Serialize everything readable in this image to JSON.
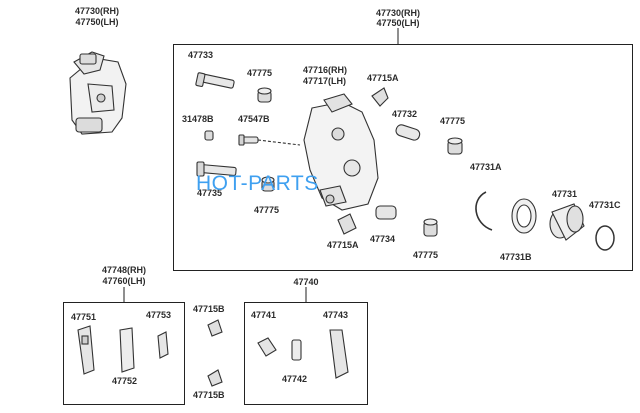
{
  "watermark": "HOT-PARTS",
  "labels": {
    "caliper_top_rh": "47730(RH)",
    "caliper_top_lh": "47750(LH)",
    "caliper_box_rh": "47730(RH)",
    "caliper_box_lh": "47750(LH)",
    "guide_bolt": "47733",
    "nut_a": "47775",
    "plug": "31478B",
    "bleeder": "47547B",
    "guide_bolt_2": "47735",
    "nut_b": "47775",
    "carrier_rh": "47716(RH)",
    "carrier_lh": "47717(LH)",
    "clip_a": "47715A",
    "pin_boot": "47732",
    "nut_c": "47775",
    "snap_ring": "47731A",
    "piston": "47731",
    "ring_c": "47731C",
    "clip_a2": "47715A",
    "bushing": "47734",
    "nut_d": "47775",
    "seal_b": "47731B",
    "pad_kit_rh": "47748(RH)",
    "pad_kit_lh": "47760(LH)",
    "pad_a": "47751",
    "shim_a": "47753",
    "shim_b": "47752",
    "clip_b_top": "47715B",
    "clip_b_bottom": "47715B",
    "pad_set": "47740",
    "spring": "47741",
    "pad_b": "47743",
    "wear_indicator": "47742"
  }
}
